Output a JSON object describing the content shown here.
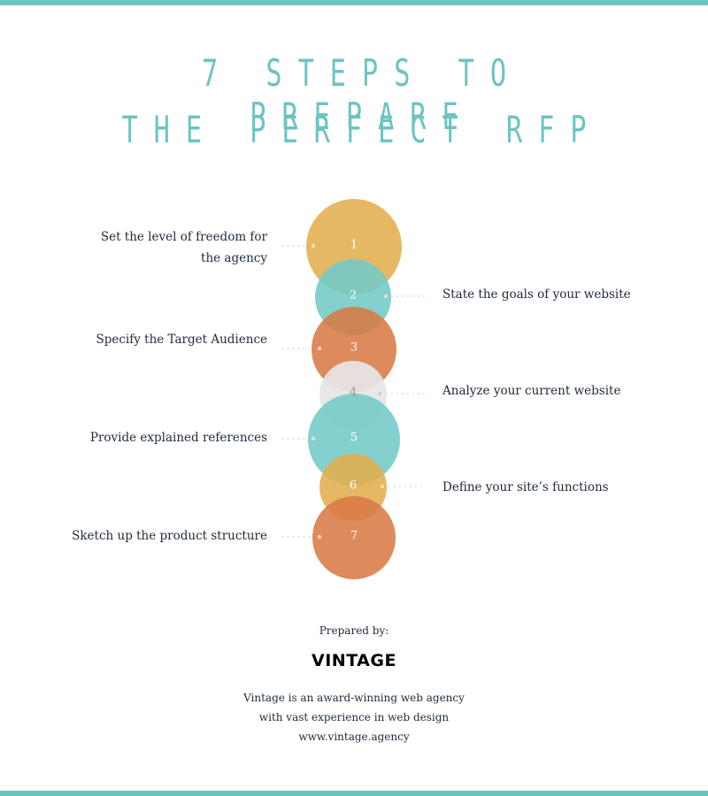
{
  "title": {
    "line1": "7 STEPS TO PREPARE",
    "line2": "THE PERFECT RFP"
  },
  "colors": {
    "accent": "#6cc4c2",
    "gold": "#e3ae4f",
    "teal": "#72c9c7",
    "orange": "#d87a45",
    "grey": "#e6e6e6",
    "text": "#1e2a3a"
  },
  "steps": [
    {
      "number": "1",
      "label": "Set the level of freedom for the agency",
      "side": "left",
      "color": "gold"
    },
    {
      "number": "2",
      "label": "State the goals of your website",
      "side": "right",
      "color": "teal"
    },
    {
      "number": "3",
      "label": "Specify the Target Audience",
      "side": "left",
      "color": "orange"
    },
    {
      "number": "4",
      "label": "Analyze your current website",
      "side": "right",
      "color": "grey"
    },
    {
      "number": "5",
      "label": "Provide explained references",
      "side": "left",
      "color": "teal"
    },
    {
      "number": "6",
      "label": "Define your site’s functions",
      "side": "right",
      "color": "gold"
    },
    {
      "number": "7",
      "label": "Sketch up the product structure",
      "side": "left",
      "color": "orange"
    }
  ],
  "footer": {
    "prepared_by": "Prepared by:",
    "logo_text": "VINTAGE",
    "description_line1": "Vintage is an award-winning web agency",
    "description_line2": "with vast experience in web design",
    "website": "www.vintage.agency"
  }
}
